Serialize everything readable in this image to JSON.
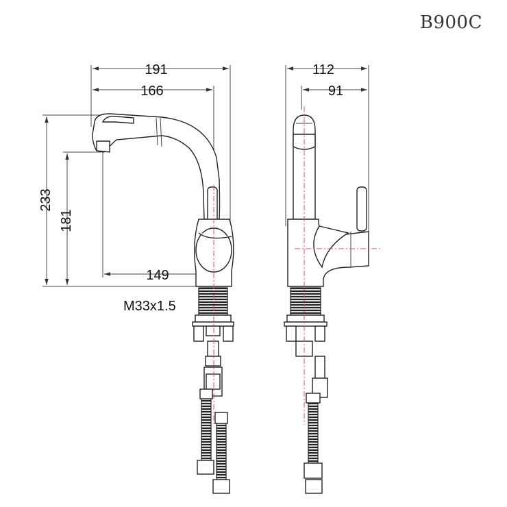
{
  "model_code": "B900C",
  "dimensions": {
    "overall_reach": "191",
    "spout_reach": "166",
    "side_depth": "112",
    "side_handle_depth": "91",
    "overall_height": "233",
    "spout_outlet_height": "181",
    "outlet_to_base_center": "149",
    "thread": "M33x1.5"
  }
}
